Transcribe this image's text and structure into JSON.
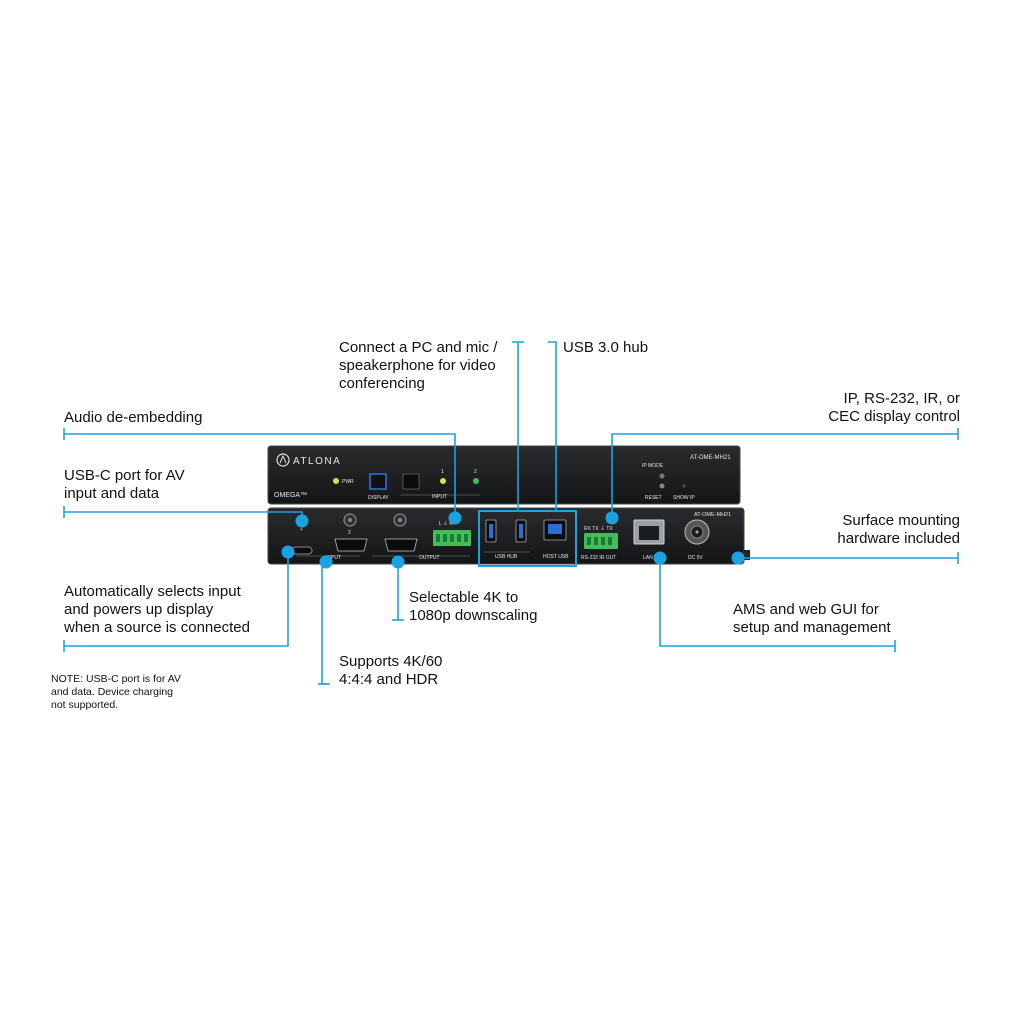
{
  "brand": {
    "logo_text": "ATLONA",
    "product_name": "OMEGA™",
    "model_front": "AT-OME-MH21",
    "model_rear": "AT-OME-MH21"
  },
  "front_panel": {
    "pwr_label": "PWR",
    "display_label": "DISPLAY",
    "input_label": "INPUT",
    "input_1": "1",
    "input_2": "2",
    "ip_mode_label": "IP MODE",
    "reset_label": "RESET",
    "show_ip_label": "SHOW IP"
  },
  "rear_panel": {
    "usbc_num": "1",
    "hdmi_num": "2",
    "input_label": "INPUT",
    "output_label": "OUTPUT",
    "audio_pins": "L  ⏚  R",
    "usb_hub_label": "USB HUB",
    "host_usb_label": "HOST USB",
    "rs232_pins": "RX TX ⏚ TX",
    "rs232_label": "RS-232 IR OUT",
    "lan_label": "LAN",
    "dc_label": "DC 5V"
  },
  "callouts": {
    "pc_mic": [
      "Connect a PC and mic /",
      "speakerphone for video",
      "conferencing"
    ],
    "usb_hub": [
      "USB 3.0 hub"
    ],
    "audio": [
      "Audio de-embedding"
    ],
    "ip_control": [
      "IP, RS-232, IR, or",
      "CEC display control"
    ],
    "usbc": [
      "USB-C port for AV",
      "input and data"
    ],
    "mounting": [
      "Surface mounting",
      "hardware included"
    ],
    "auto_select": [
      "Automatically selects input",
      "and powers up display",
      "when a source is connected"
    ],
    "scaling": [
      "Selectable 4K to",
      "1080p downscaling"
    ],
    "ams": [
      "AMS and web GUI for",
      "setup and management"
    ],
    "hdr": [
      "Supports 4K/60",
      "4:4:4 and HDR"
    ]
  },
  "note": [
    "NOTE: USB-C port is for AV",
    "and data. Device charging",
    "not supported."
  ],
  "colors": {
    "accent": "#1aa3e0",
    "device": "#1b1c1e",
    "terminal": "#3fbf5a",
    "usb_blue": "#2a6fd6"
  }
}
